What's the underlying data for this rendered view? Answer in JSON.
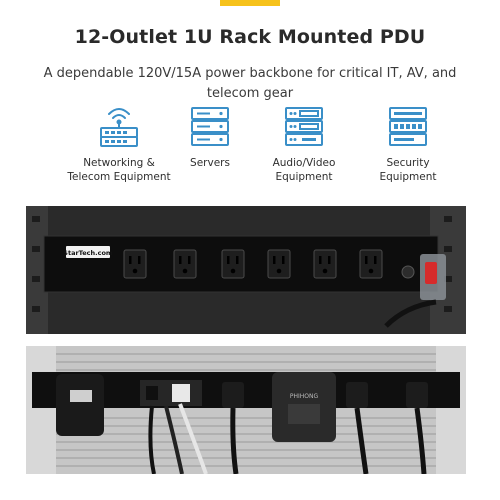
{
  "header": {
    "title": "12-Outlet 1U Rack Mounted PDU",
    "subtitle": "A dependable 120V/15A power backbone for critical IT, AV, and telecom gear"
  },
  "features": [
    {
      "icon": "router-icon",
      "label_line1": "Networking &",
      "label_line2": "Telecom Equipment"
    },
    {
      "icon": "server-stack-icon",
      "label_line1": "Servers",
      "label_line2": ""
    },
    {
      "icon": "audio-video-rack-icon",
      "label_line1": "Audio/Video",
      "label_line2": "Equipment"
    },
    {
      "icon": "security-dvr-icon",
      "label_line1": "Security",
      "label_line2": "Equipment"
    }
  ],
  "photos": {
    "top": {
      "brand_label": "StarTech.com"
    },
    "bottom": {
      "adapter_label": "PHIHONG"
    }
  },
  "colors": {
    "accent": "#f6c21b",
    "icon": "#3a8fc8",
    "power_switch": "#d62b2b"
  }
}
